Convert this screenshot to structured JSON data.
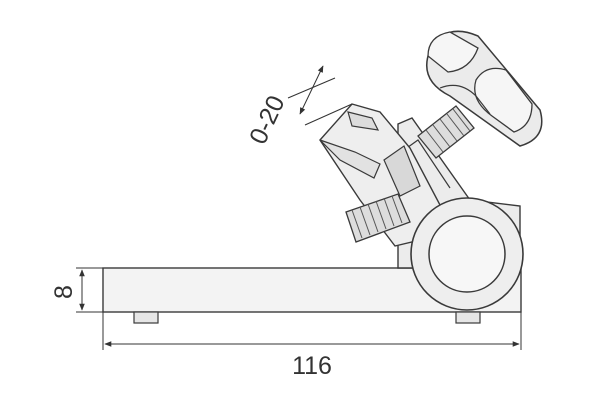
{
  "dimensions": {
    "height_label": "8",
    "length_label": "116",
    "opening_label": "0-20"
  },
  "colors": {
    "line": "#3a3a3a",
    "fill_light": "#f2f2f2",
    "fill_mid": "#e4e4e4",
    "fill_dark": "#d6d6d6"
  }
}
